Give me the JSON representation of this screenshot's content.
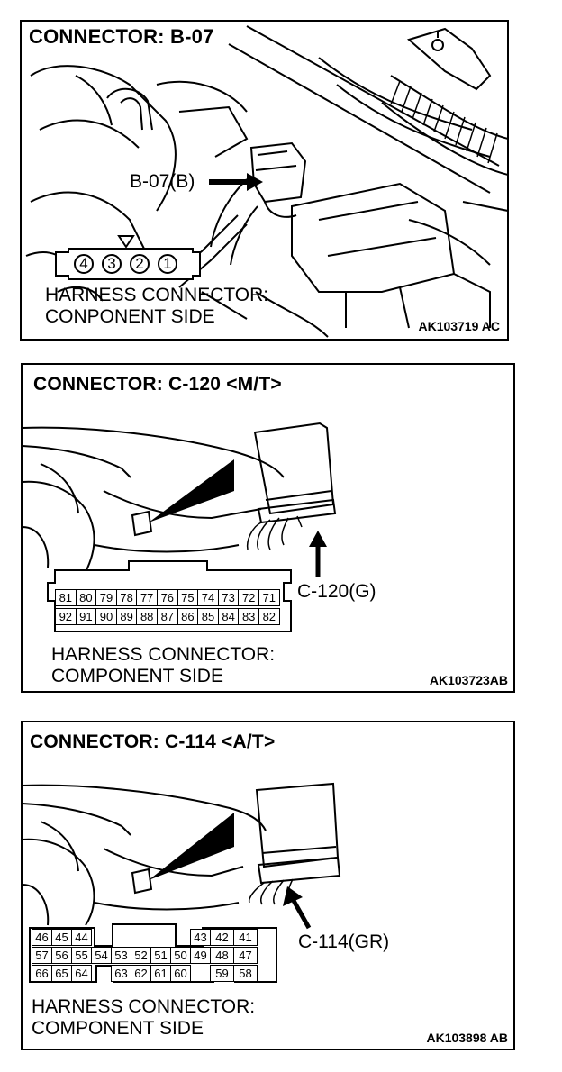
{
  "panels": [
    {
      "title": "CONNECTOR: B-07",
      "callout": "B-07(B)",
      "harness_line1": "HARNESS CONNECTOR:",
      "harness_line2": "CONPONENT SIDE",
      "code": "AK103719 AC",
      "pins": [
        "4",
        "3",
        "2",
        "1"
      ]
    },
    {
      "title": "CONNECTOR: C-120 <M/T>",
      "callout": "C-120(G)",
      "harness_line1": "HARNESS CONNECTOR:",
      "harness_line2": "COMPONENT SIDE",
      "code": "AK103723AB",
      "pin_rows": [
        [
          "81",
          "80",
          "79",
          "78",
          "77",
          "76",
          "75",
          "74",
          "73",
          "72",
          "71"
        ],
        [
          "92",
          "91",
          "90",
          "89",
          "88",
          "87",
          "86",
          "85",
          "84",
          "83",
          "82"
        ]
      ]
    },
    {
      "title": "CONNECTOR: C-114 <A/T>",
      "callout": "C-114(GR)",
      "harness_line1": "HARNESS CONNECTOR:",
      "harness_line2": "COMPONENT SIDE",
      "code": "AK103898 AB",
      "pin_rows": [
        [
          "46",
          "45",
          "44",
          "43",
          "42",
          "41"
        ],
        [
          "57",
          "56",
          "55",
          "54",
          "53",
          "52",
          "51",
          "50",
          "49",
          "48",
          "47"
        ],
        [
          "66",
          "65",
          "64",
          "63",
          "62",
          "61",
          "60",
          "59",
          "58"
        ]
      ]
    }
  ]
}
